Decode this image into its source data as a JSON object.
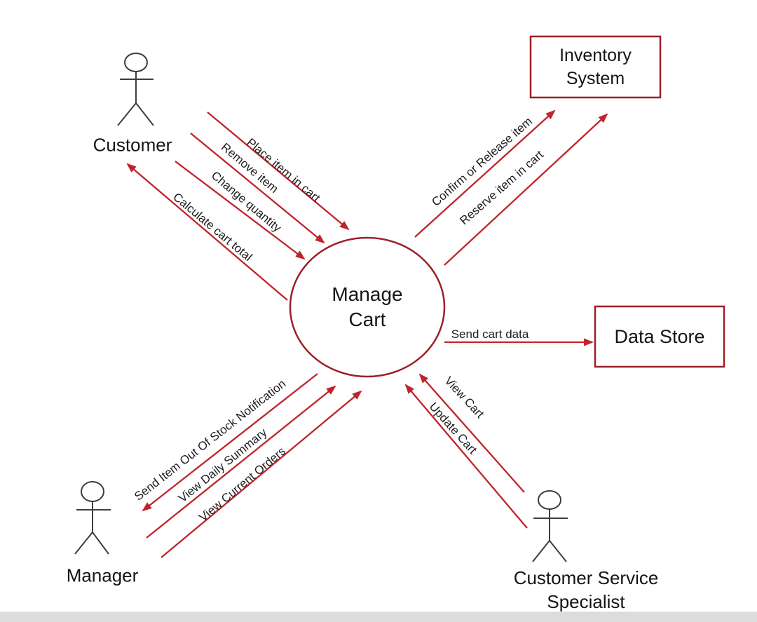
{
  "process": {
    "name_line1": "Manage",
    "name_line2": "Cart"
  },
  "entities": {
    "inventory_system": {
      "line1": "Inventory",
      "line2": "System"
    },
    "data_store": {
      "label": "Data Store"
    }
  },
  "actors": {
    "customer": {
      "label": "Customer"
    },
    "manager": {
      "label": "Manager"
    },
    "customer_service_specialist": {
      "line1": "Customer Service",
      "line2": "Specialist"
    }
  },
  "flows": [
    {
      "label": "Place item in cart",
      "from": "customer",
      "to": "manage_cart"
    },
    {
      "label": "Remove item",
      "from": "customer",
      "to": "manage_cart"
    },
    {
      "label": "Change quantity",
      "from": "customer",
      "to": "manage_cart"
    },
    {
      "label": "Calculate cart total",
      "from": "manage_cart",
      "to": "customer"
    },
    {
      "label": "Confirm or Release item",
      "from": "manage_cart",
      "to": "inventory_system"
    },
    {
      "label": "Reserve item in cart",
      "from": "manage_cart",
      "to": "inventory_system"
    },
    {
      "label": "Send cart data",
      "from": "manage_cart",
      "to": "data_store"
    },
    {
      "label": "View Cart",
      "from": "customer_service_specialist",
      "to": "manage_cart"
    },
    {
      "label": "Update Cart",
      "from": "customer_service_specialist",
      "to": "manage_cart"
    },
    {
      "label": "Send Item Out Of Stock Notification",
      "from": "manage_cart",
      "to": "manager"
    },
    {
      "label": "View Daily Summary",
      "from": "manager",
      "to": "manage_cart"
    },
    {
      "label": "View  Current Orders",
      "from": "manager",
      "to": "manage_cart"
    }
  ],
  "colors": {
    "arrow": "#c0242c",
    "node_outline": "#9c2027",
    "figure": "#3d3d3d",
    "text": "#1c1c1c"
  }
}
